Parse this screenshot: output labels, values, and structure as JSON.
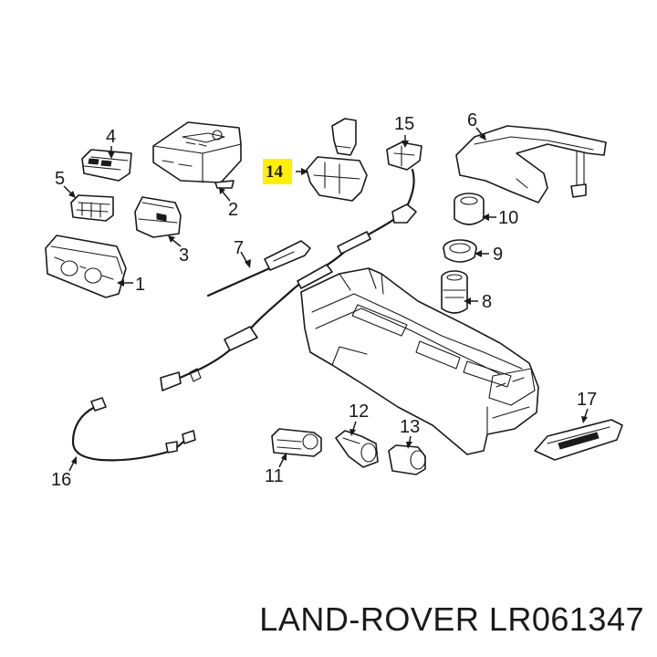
{
  "highlight_color": "#ffef00",
  "line_color": "#1a1a1a",
  "highlighted_callout": "14",
  "callouts": {
    "c1": "1",
    "c2": "2",
    "c3": "3",
    "c4": "4",
    "c5": "5",
    "c6": "6",
    "c7": "7",
    "c8": "8",
    "c9": "9",
    "c10": "10",
    "c11": "11",
    "c12": "12",
    "c13": "13",
    "c14": "14",
    "c15": "15",
    "c16": "16",
    "c17": "17"
  },
  "caption": "LAND-ROVER LR061347"
}
